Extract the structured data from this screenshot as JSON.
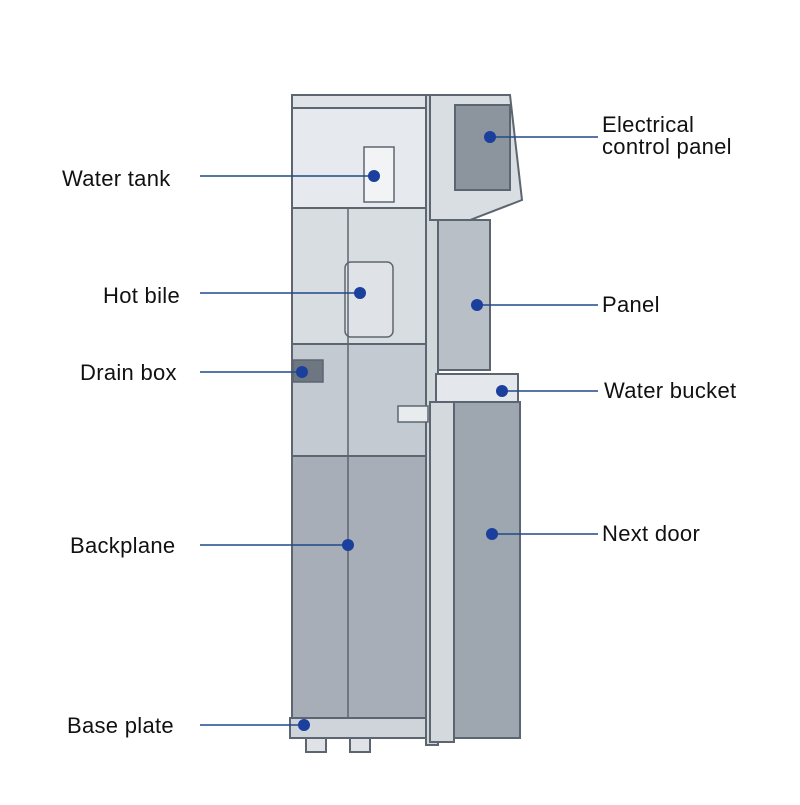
{
  "colors": {
    "leader": "#1f4a8a",
    "dot": "#1b3f9c",
    "body_fill": "#c9cfd6",
    "panel_fill": "#a9b1ba",
    "outline": "#5d6670",
    "light_fill": "#e4e8ec"
  },
  "labels": {
    "water_tank": "Water tank",
    "hot_bile": "Hot bile",
    "drain_box": "Drain box",
    "backplane": "Backplane",
    "base_plate": "Base plate",
    "electrical_control_panel_line1": "Electrical",
    "electrical_control_panel_line2": "control panel",
    "panel": "Panel",
    "water_bucket": "Water bucket",
    "next_door": "Next door"
  }
}
